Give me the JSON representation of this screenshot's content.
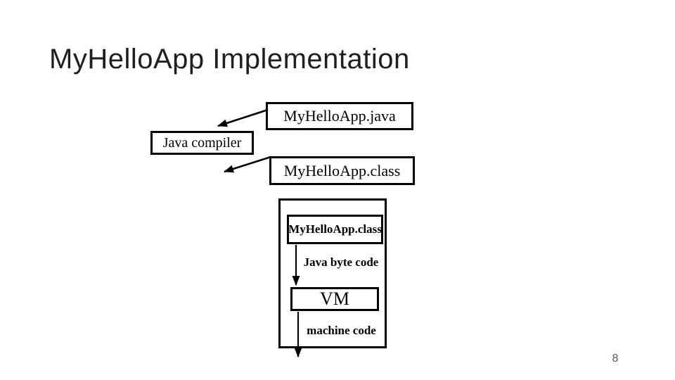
{
  "slide": {
    "title": "MyHelloApp Implementation",
    "page_number": "8"
  },
  "diagram": {
    "source_box_label": "MyHelloApp.java",
    "compiler_box_label": "Java compiler",
    "class_box_label": "MyHelloApp.class",
    "runtime": {
      "class_box_label": "MyHelloApp.class",
      "byte_code_label": "Java byte code",
      "vm_box_label": "VM",
      "machine_code_label": "machine code"
    }
  },
  "colors": {
    "background": "#ffffff",
    "box_border": "#000000",
    "box_fill": "#ffffff",
    "title_text": "#1f1f1f",
    "diagram_text": "#000000",
    "page_number_text": "#595959"
  }
}
